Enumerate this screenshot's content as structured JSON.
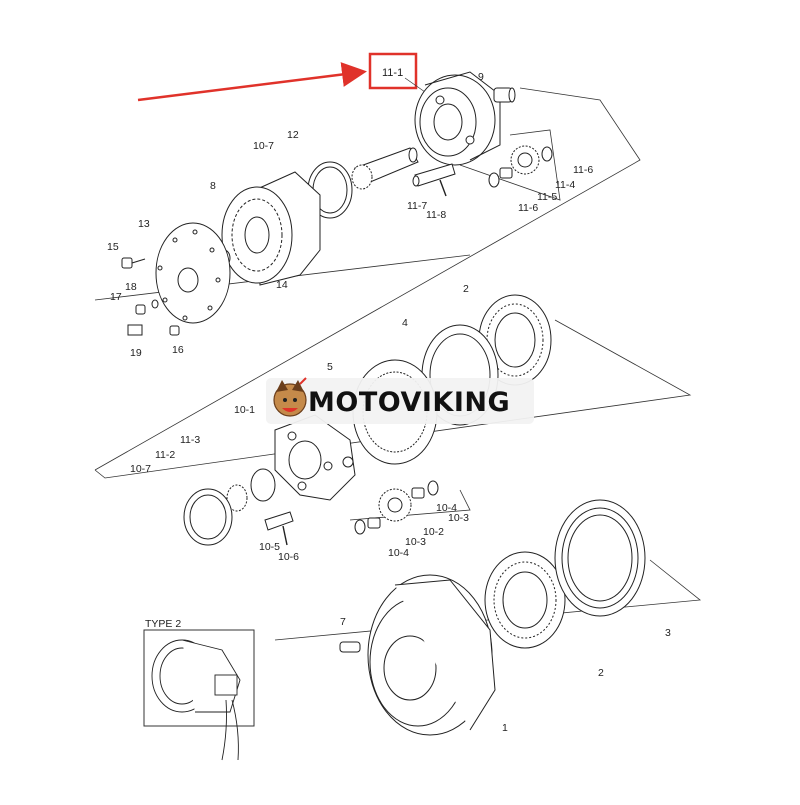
{
  "diagram": {
    "highlighted_part": "11-1",
    "brand": {
      "name": "MOTOVIKING",
      "colors": {
        "arrow": "#e0322a",
        "box": "#e0322a",
        "logo_bg": "#f2f2f2",
        "text": "#111111"
      }
    },
    "inset": {
      "label": "TYPE 2"
    },
    "labels": {
      "p9": "9",
      "p12": "12",
      "p10_7_top": "10-7",
      "p8": "8",
      "p11_6_a": "11-6",
      "p11_4": "11-4",
      "p11_5": "11-5",
      "p11_6_b": "11-6",
      "p11_7": "11-7",
      "p11_8": "11-8",
      "p13": "13",
      "p15": "15",
      "p14": "14",
      "p17": "17",
      "p18": "18",
      "p19": "19",
      "p16": "16",
      "p2_top": "2",
      "p4": "4",
      "p5": "5",
      "p10_1": "10-1",
      "p11_3": "11-3",
      "p11_2": "11-2",
      "p10_7_bot": "10-7",
      "p10_4_a": "10-4",
      "p10_3_a": "10-3",
      "p10_2": "10-2",
      "p10_3_b": "10-3",
      "p10_4_b": "10-4",
      "p10_5": "10-5",
      "p10_6": "10-6",
      "p7": "7",
      "p3": "3",
      "p2_bot": "2",
      "p1": "1"
    }
  }
}
